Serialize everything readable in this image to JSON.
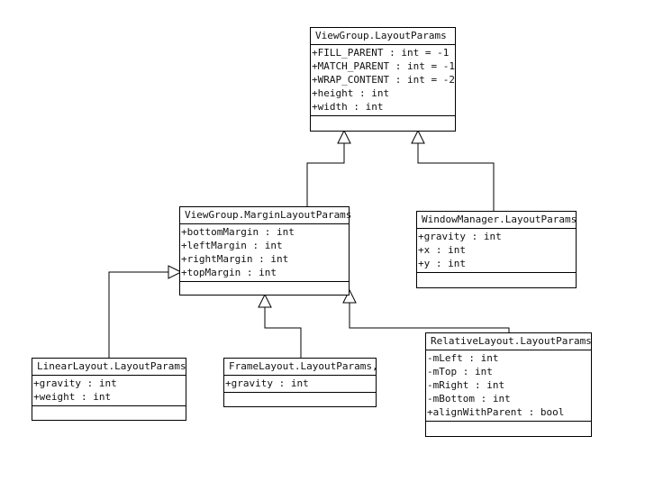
{
  "classes": {
    "viewgroup_layoutparams": {
      "name": "ViewGroup.LayoutParams",
      "attributes": [
        "+FILL_PARENT : int = -1",
        "+MATCH_PARENT : int = -1",
        "+WRAP_CONTENT : int = -2",
        "+height : int",
        "+width : int"
      ]
    },
    "margin_layoutparams": {
      "name": "ViewGroup.MarginLayoutParams",
      "attributes": [
        "+bottomMargin : int",
        "+leftMargin : int",
        "+rightMargin : int",
        "+topMargin : int"
      ]
    },
    "windowmanager_layoutparams": {
      "name": "WindowManager.LayoutParams",
      "attributes": [
        "+gravity : int",
        "+x : int",
        "+y : int"
      ]
    },
    "linear_layoutparams": {
      "name": "LinearLayout.LayoutParams",
      "attributes": [
        "+gravity : int",
        "+weight : int"
      ]
    },
    "frame_layoutparams": {
      "name": "FrameLayout.LayoutParams,",
      "attributes": [
        "+gravity : int"
      ]
    },
    "relative_layoutparams": {
      "name": "RelativeLayout.LayoutParams",
      "attributes": [
        "-mLeft : int",
        "-mTop : int",
        "-mRight : int",
        "-mBottom : int",
        "+alignWithParent : bool"
      ]
    }
  },
  "relations": [
    {
      "child": "margin_layoutparams",
      "parent": "viewgroup_layoutparams",
      "type": "generalization"
    },
    {
      "child": "windowmanager_layoutparams",
      "parent": "viewgroup_layoutparams",
      "type": "generalization"
    },
    {
      "child": "linear_layoutparams",
      "parent": "margin_layoutparams",
      "type": "generalization"
    },
    {
      "child": "frame_layoutparams",
      "parent": "margin_layoutparams",
      "type": "generalization"
    },
    {
      "child": "relative_layoutparams",
      "parent": "margin_layoutparams",
      "type": "generalization"
    }
  ]
}
